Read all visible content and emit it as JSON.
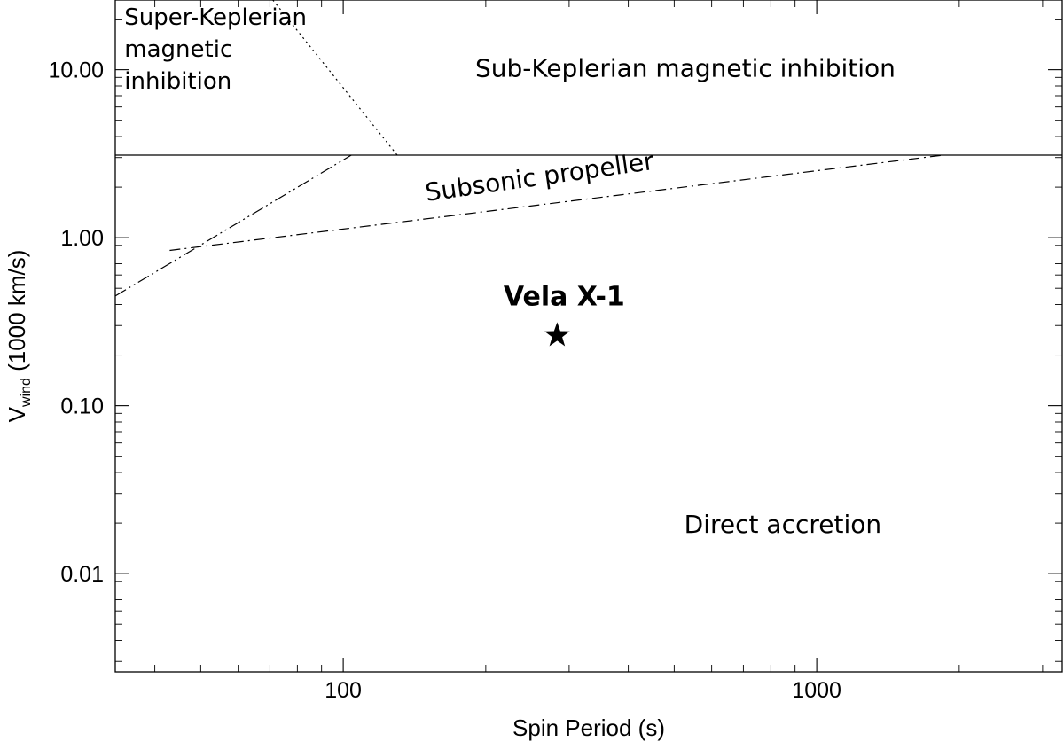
{
  "chart_data": {
    "type": "line",
    "xlabel": "Spin Period (s)",
    "ylabel_main": "V",
    "ylabel_sub": "wind",
    "ylabel_rest": " (1000 km/s)",
    "x_scale": "log",
    "y_scale": "log",
    "xlim": [
      33,
      3300
    ],
    "ylim": [
      0.0026,
      26
    ],
    "x_ticks": [
      {
        "value": 100,
        "label": "100"
      },
      {
        "value": 1000,
        "label": "1000"
      }
    ],
    "y_ticks": [
      {
        "value": 0.01,
        "label": "0.01"
      },
      {
        "value": 0.1,
        "label": "0.10"
      },
      {
        "value": 1,
        "label": "1.00"
      },
      {
        "value": 10,
        "label": "10.00"
      }
    ],
    "boundaries": [
      {
        "style": "solid",
        "points": [
          [
            33,
            3.1
          ],
          [
            3300,
            3.1
          ]
        ]
      },
      {
        "style": "dotted",
        "points": [
          [
            71,
            26
          ],
          [
            130,
            3.1
          ]
        ]
      },
      {
        "style": "dash-dot-dot",
        "points": [
          [
            33,
            0.45
          ],
          [
            104,
            3.1
          ]
        ]
      },
      {
        "style": "dash-dot",
        "points": [
          [
            43,
            0.84
          ],
          [
            1850,
            3.1
          ]
        ]
      }
    ],
    "regions": [
      {
        "id": "super-keplerian",
        "lines": [
          "Super-Keplerian",
          "magnetic",
          "inhibition"
        ],
        "x": 34.5,
        "y": 18.5
      },
      {
        "id": "sub-keplerian",
        "lines": [
          "Sub-Keplerian magnetic inhibition"
        ],
        "x": 190,
        "y": 9.1
      },
      {
        "id": "subsonic-propeller",
        "lines": [
          "Subsonic propeller"
        ],
        "x": 150,
        "y": 1.65,
        "rotate": -8
      },
      {
        "id": "direct-accretion",
        "lines": [
          "Direct accretion"
        ],
        "x": 525,
        "y": 0.0175
      }
    ],
    "points": [
      {
        "name": "Vela X-1",
        "x": 283,
        "y": 0.262,
        "marker": "star"
      }
    ]
  }
}
